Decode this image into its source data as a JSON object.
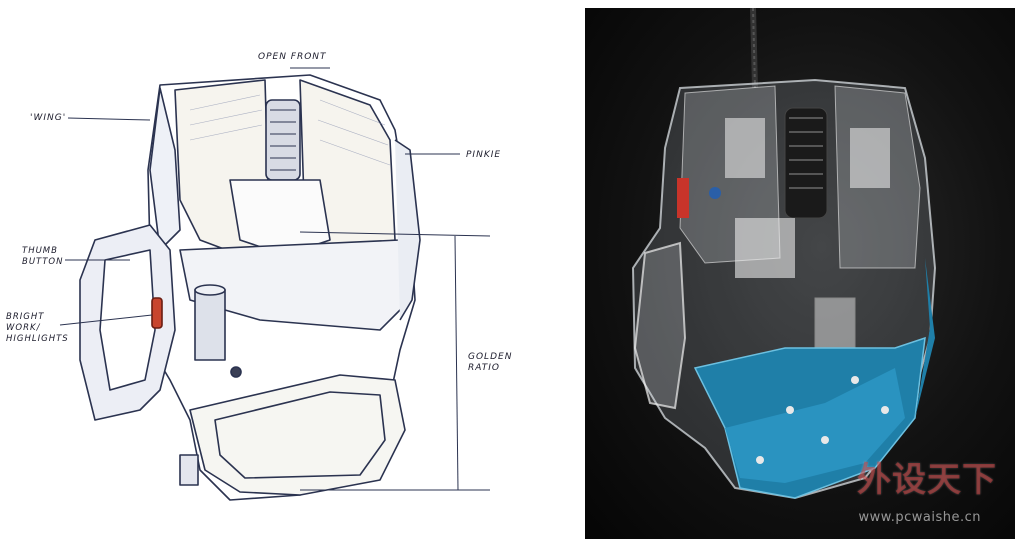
{
  "sketch": {
    "labels": {
      "open_front": "OPEN FRONT",
      "wing": "'WING'",
      "pinkie": "PINKIE",
      "thumb_button_line1": "THUMB",
      "thumb_button_line2": "BUTTON",
      "bright_work_line1": "BRIGHT",
      "bright_work_line2": "WORK/",
      "bright_work_line3": "HIGHLIGHTS",
      "golden_ratio_line1": "GOLDEN",
      "golden_ratio_line2": "RATIO"
    }
  },
  "render": {
    "watermark_cn": "外设天下",
    "watermark_url": "www.pcwaishe.cn",
    "colors": {
      "shell_blue": "#1f7fa8",
      "background": "#0d0d0d"
    }
  }
}
